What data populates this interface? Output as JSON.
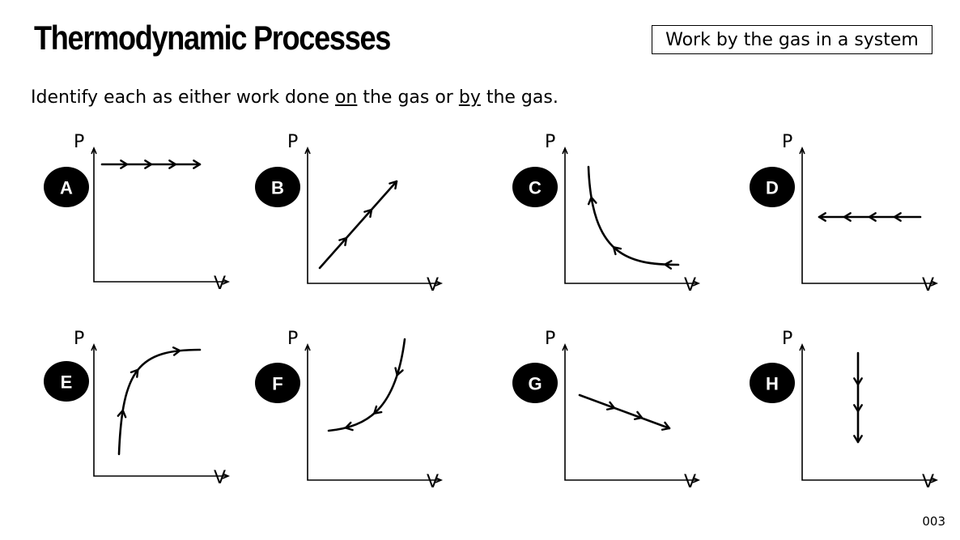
{
  "header": {
    "title": "Thermodynamic Processes",
    "badge": "Work by the gas in a system"
  },
  "instructions": {
    "before": "Identify each as either work done ",
    "on": "on",
    "middle": " the gas or ",
    "by": "by",
    "after": " the gas."
  },
  "axes": {
    "y_label": "P",
    "x_label": "V"
  },
  "panels": [
    {
      "label": "A",
      "process": "horizontal line, pressure constant, arrows pointing right"
    },
    {
      "label": "B",
      "process": "straight diagonal line, arrows pointing up-right"
    },
    {
      "label": "C",
      "process": "hyperbolic curve, arrows pointing toward smaller volume"
    },
    {
      "label": "D",
      "process": "horizontal line, pressure constant, arrows pointing left"
    },
    {
      "label": "E",
      "process": "concave-down curve, arrows pointing up and to the right"
    },
    {
      "label": "F",
      "process": "concave-up curve, arrows pointing down and to the left"
    },
    {
      "label": "G",
      "process": "straight line descending, arrows pointing down-right"
    },
    {
      "label": "H",
      "process": "vertical line, volume constant, arrows pointing down"
    }
  ],
  "page_number": "003"
}
